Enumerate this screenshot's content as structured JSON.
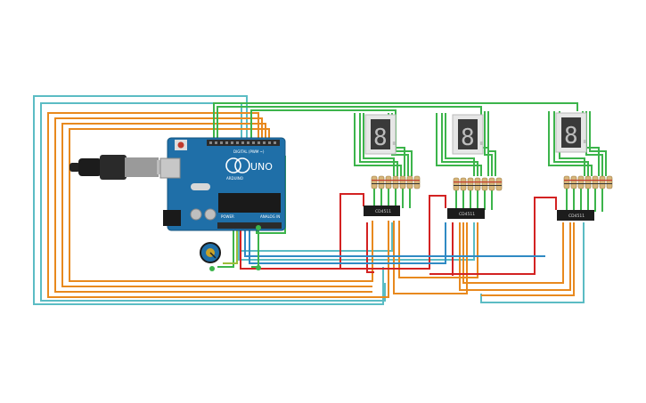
{
  "board": {
    "brand": "ARDUINO",
    "model": "UNO",
    "digital_label": "DIGITAL (PWM ~)",
    "power_label": "POWER",
    "analog_label": "ANALOG IN",
    "colors": {
      "board": "#1f6fa8",
      "header": "#2b2b2b"
    }
  },
  "chips": [
    {
      "label": "CD4511"
    },
    {
      "label": "CD4511"
    },
    {
      "label": "CD4511"
    }
  ],
  "displays": [
    {
      "digit": "8."
    },
    {
      "digit": "8."
    },
    {
      "digit": "8."
    }
  ],
  "wire_colors": {
    "green": "#3cb44b",
    "orange": "#e8891e",
    "teal": "#5bbcc4",
    "blue": "#2f8ac4",
    "red": "#d32222",
    "yellow_green": "#9bbf3a"
  }
}
